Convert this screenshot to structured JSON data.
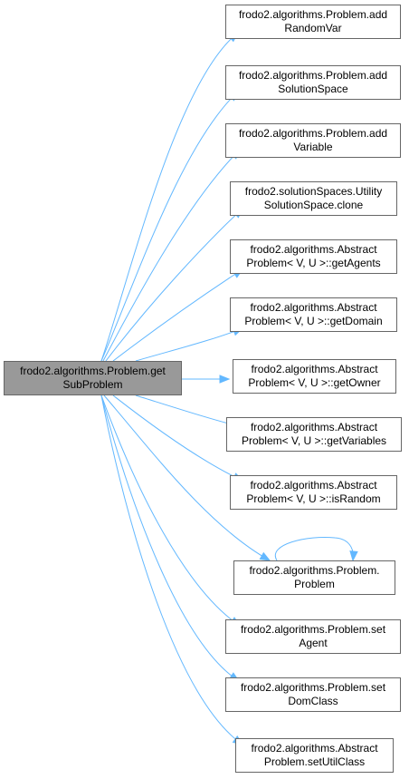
{
  "root": {
    "lines": [
      "frodo2.algorithms.Problem.get",
      "SubProblem"
    ]
  },
  "callees": [
    {
      "id": "addRandomVar",
      "lines": [
        "frodo2.algorithms.Problem.add",
        "RandomVar"
      ]
    },
    {
      "id": "addSolutionSpace",
      "lines": [
        "frodo2.algorithms.Problem.add",
        "SolutionSpace"
      ]
    },
    {
      "id": "addVariable",
      "lines": [
        "frodo2.algorithms.Problem.add",
        "Variable"
      ]
    },
    {
      "id": "clone",
      "lines": [
        "frodo2.solutionSpaces.Utility",
        "SolutionSpace.clone"
      ]
    },
    {
      "id": "getAgents",
      "lines": [
        "frodo2.algorithms.Abstract",
        "Problem< V, U >::getAgents"
      ]
    },
    {
      "id": "getDomain",
      "lines": [
        "frodo2.algorithms.Abstract",
        "Problem< V, U >::getDomain"
      ]
    },
    {
      "id": "getOwner",
      "lines": [
        "frodo2.algorithms.Abstract",
        "Problem< V, U >::getOwner"
      ]
    },
    {
      "id": "getVariables",
      "lines": [
        "frodo2.algorithms.Abstract",
        "Problem< V, U >::getVariables"
      ]
    },
    {
      "id": "isRandom",
      "lines": [
        "frodo2.algorithms.Abstract",
        "Problem< V, U >::isRandom"
      ]
    },
    {
      "id": "problem",
      "lines": [
        "frodo2.algorithms.Problem.",
        "Problem"
      ]
    },
    {
      "id": "setAgent",
      "lines": [
        "frodo2.algorithms.Problem.set",
        "Agent"
      ]
    },
    {
      "id": "setDomClass",
      "lines": [
        "frodo2.algorithms.Problem.set",
        "DomClass"
      ]
    },
    {
      "id": "setUtilClass",
      "lines": [
        "frodo2.algorithms.Abstract",
        "Problem.setUtilClass"
      ]
    }
  ],
  "colors": {
    "edge": "#63b8ff",
    "root_fill": "#999999",
    "border": "#666666"
  }
}
